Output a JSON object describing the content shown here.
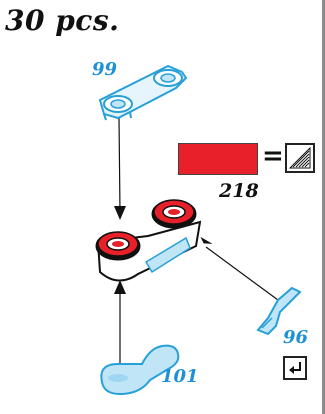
{
  "step": {
    "quantity": "30 pcs."
  },
  "parts": {
    "bracket": {
      "number": "99"
    },
    "clip": {
      "number": "96"
    },
    "cap": {
      "number": "101"
    }
  },
  "paint": {
    "color_hex": "#e8202a",
    "equals": "=",
    "code": "218",
    "finish_icon": "matte-finish-icon"
  },
  "turn_icon": "turn-arrow-icon"
}
